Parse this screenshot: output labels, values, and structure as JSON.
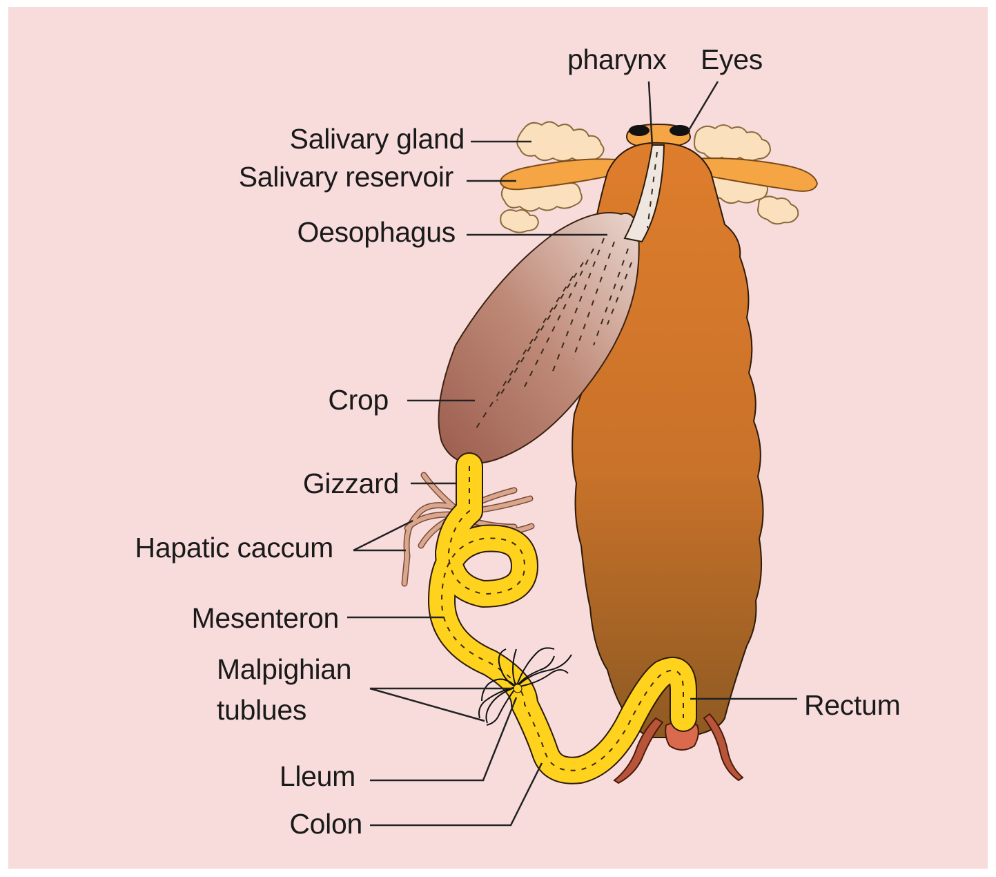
{
  "colors": {
    "background": "#f8dcdc",
    "body": "#d9772a",
    "body_dark": "#8e5a22",
    "crop_light": "#e6c9bf",
    "crop_dark": "#a46456",
    "gut": "#ffd21e",
    "salivary_gland": "#fbe0bd",
    "salivary_reservoir": "#f6a544",
    "caeca": "#d9a78c",
    "cerci": "#b8543a"
  },
  "labels": {
    "pharynx": "pharynx",
    "eyes": "Eyes",
    "salivary_gland": "Salivary gland",
    "salivary_reservoir": "Salivary reservoir",
    "oesophagus": "Oesophagus",
    "crop": "Crop",
    "gizzard": "Gizzard",
    "hepatic_caecum": "Hapatic caccum",
    "mesenteron": "Mesenteron",
    "malpighian_line1": "Malpighian",
    "malpighian_line2": "tublues",
    "ileum": "Lleum",
    "colon": "Colon",
    "rectum": "Rectum"
  }
}
